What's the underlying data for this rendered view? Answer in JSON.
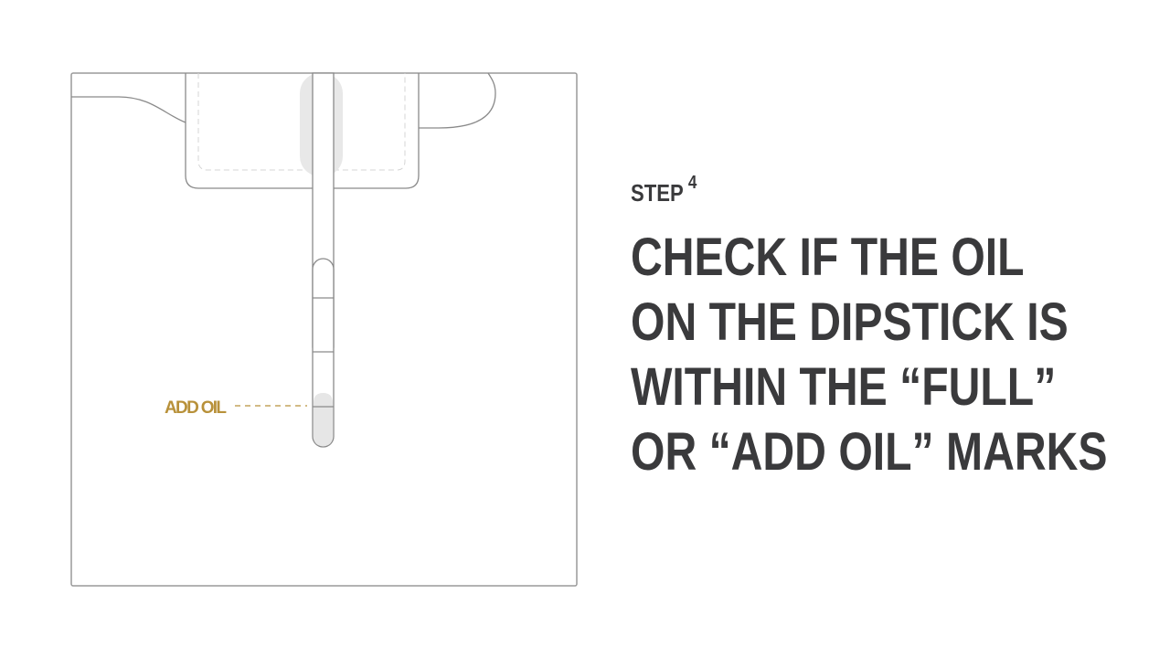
{
  "step": {
    "label": "STEP",
    "number": "4"
  },
  "headline": {
    "lines": [
      "CHECK IF THE OIL",
      "ON THE DIPSTICK IS",
      "WITHIN THE “FULL”",
      "OR “ADD OIL” MARKS"
    ]
  },
  "diagram": {
    "add_oil_label": "ADD OIL",
    "colors": {
      "outline": "#8a8a8a",
      "accent": "#b8913a",
      "oil": "#e6e6e6",
      "text": "#3a3a3c"
    }
  }
}
